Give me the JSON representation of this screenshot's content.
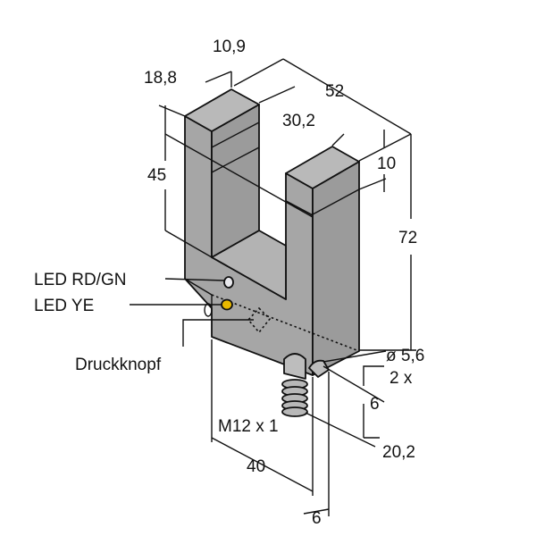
{
  "drawing": {
    "colors": {
      "top": "#b9b9b9",
      "side": "#a6a6a6",
      "front": "#9b9b9b",
      "floor": "#b3b3b3",
      "led_rdgn": "#e8e8ec",
      "led_ye": "#e8b800"
    },
    "dimensions": {
      "arm_width": "10,9",
      "depth_width": "18,8",
      "total_length": "52",
      "slot_width": "30,2",
      "band_height": "10",
      "slot_depth": "45",
      "total_height": "72",
      "hole_diameter": "ø 5,6",
      "hole_count": "2 x",
      "hole_offset": "6",
      "thread": "M12 x 1",
      "connector_offset": "20,2",
      "base_length": "40",
      "bottom_offset": "6"
    },
    "labels": {
      "led_rdgn": "LED RD/GN",
      "led_ye": "LED YE",
      "button": "Druckknopf"
    }
  }
}
